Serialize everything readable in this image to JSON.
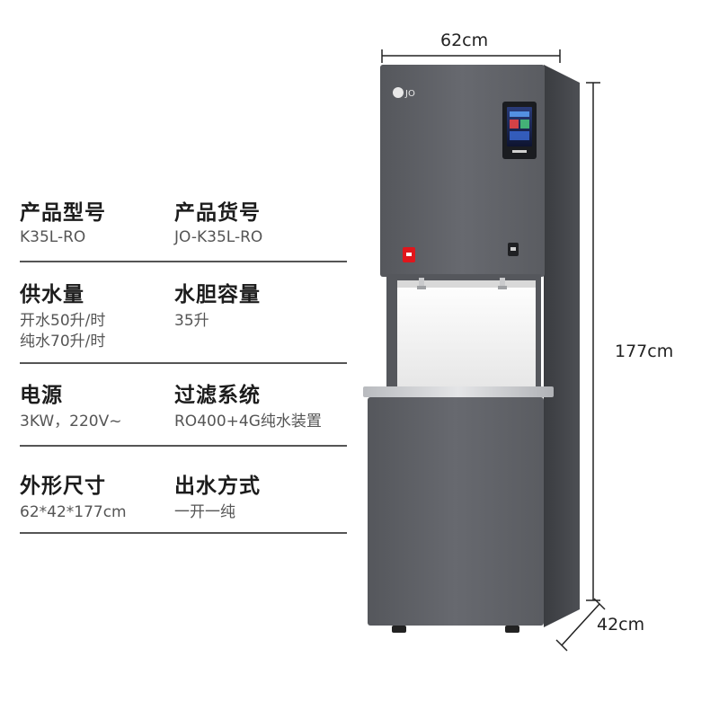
{
  "specs": [
    {
      "label": "产品型号",
      "value": "K35L-RO"
    },
    {
      "label": "产品货号",
      "value": "JO-K35L-RO"
    },
    {
      "label": "供水量",
      "value": "开水50升/时",
      "value2": "纯水70升/时"
    },
    {
      "label": "水胆容量",
      "value": "35升"
    },
    {
      "label": "电源",
      "value": "3KW，220V~"
    },
    {
      "label": "过滤系统",
      "value": "RO400+4G纯水装置"
    },
    {
      "label": "外形尺寸",
      "value": "62*42*177cm"
    },
    {
      "label": "出水方式",
      "value": "一开一纯"
    }
  ],
  "dimensions": {
    "width": "62cm",
    "height": "177cm",
    "depth": "42cm"
  },
  "brand_logo_text": "JO",
  "colors": {
    "body": "#5b5d63",
    "body_dark": "#3f4145",
    "basin": "#f2f2f2",
    "accent_red": "#e0161c"
  }
}
